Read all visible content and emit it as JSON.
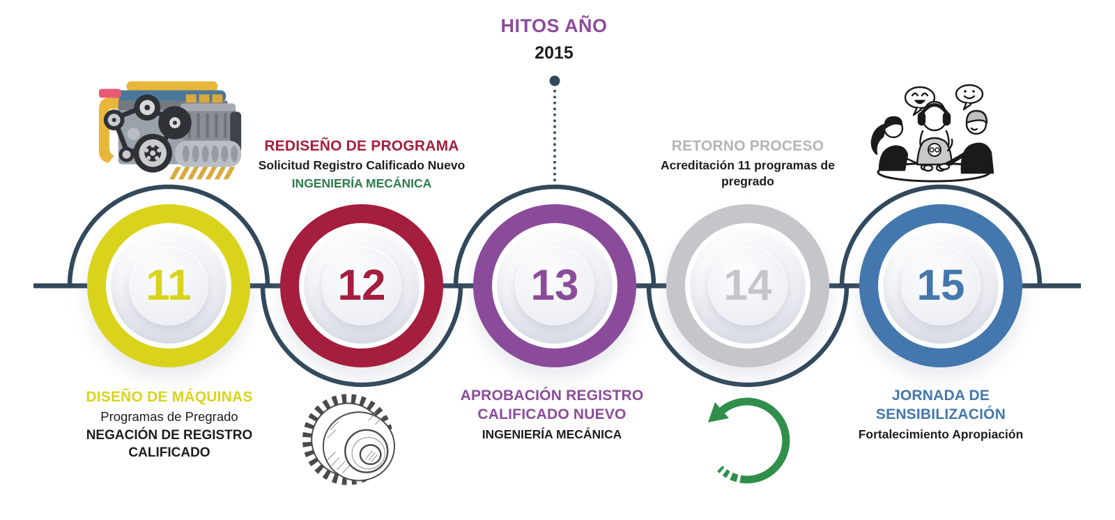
{
  "header": {
    "title": "HITOS AÑO",
    "year": "2015"
  },
  "colors": {
    "timeline": "#32495c",
    "yellow": "#d9d31b",
    "crimson": "#a51e3d",
    "purple": "#8b4b9b",
    "silver": "#c4c6ca",
    "blue": "#4377ae",
    "green_text": "#2e7b4c",
    "green_arrow": "#2f8f4a",
    "gray_text": "#b4b4b4",
    "black": "#1d1d1d"
  },
  "milestones": [
    {
      "number": "11",
      "heading": "DISEÑO DE MÁQUINAS",
      "sub1": "Programas de Pregrado",
      "sub2": "NEGACIÓN DE REGISTRO CALIFICADO"
    },
    {
      "number": "12",
      "heading": "REDISEÑO DE PROGRAMA",
      "sub1": "Solicitud Registro Calificado Nuevo",
      "sub2": "INGENIERÍA MECÁNICA"
    },
    {
      "number": "13",
      "heading": "APROBACIÓN REGISTRO CALIFICADO NUEVO",
      "sub1": "INGENIERÍA MECÁNICA"
    },
    {
      "number": "14",
      "heading": "RETORNO PROCESO",
      "sub1": "Acreditación 11 programas de pregrado"
    },
    {
      "number": "15",
      "heading": "JORNADA DE SENSIBILIZACIÓN",
      "sub1": "Fortalecimiento Apropiación"
    }
  ],
  "icons": {
    "engine": "engine-illustration",
    "gear": "gear-sketch-illustration",
    "people": "people-conversation-illustration",
    "return_arrow": "return-arrow-icon"
  }
}
